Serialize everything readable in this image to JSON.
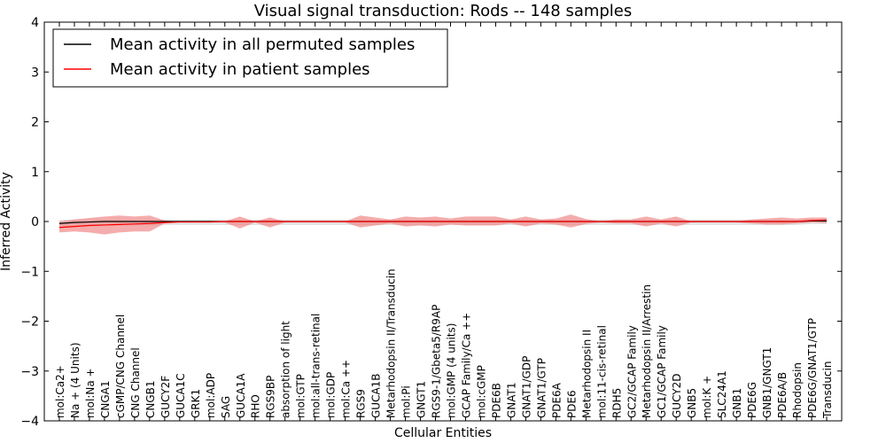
{
  "chart_data": {
    "type": "line",
    "title": "Visual signal transduction: Rods -- 148 samples",
    "xlabel": "Cellular Entities",
    "ylabel": "Inferred Activity",
    "ylim": [
      -4,
      4
    ],
    "yticks": [
      -4,
      -3,
      -2,
      -1,
      0,
      1,
      2,
      3,
      4
    ],
    "grid": false,
    "legend_position": "top-left",
    "categories": [
      "mol:Ca2+",
      "Na + (4 Units)",
      "mol:Na +",
      "CNGA1",
      "cGMP/CNG Channel",
      "CNG Channel",
      "CNGB1",
      "GUCY2F",
      "GUCA1C",
      "GRK1",
      "mol:ADP",
      "SAG",
      "GUCA1A",
      "RHO",
      "RGS9BP",
      "absorption of light",
      "mol:GTP",
      "mol:all-trans-retinal",
      "mol:GDP",
      "mol:Ca ++",
      "RGS9",
      "GUCA1B",
      "Metarhodopsin II/Transducin",
      "mol:Pi",
      "GNGT1",
      "RGS9-1/Gbeta5/R9AP",
      "mol:GMP (4 units)",
      "GCAP Family/Ca ++",
      "mol:cGMP",
      "PDE6B",
      "GNAT1",
      "GNAT1/GDP",
      "GNAT1/GTP",
      "PDE6A",
      "PDE6",
      "Metarhodopsin II",
      "mol:11-cis-retinal",
      "RDH5",
      "GC2/GCAP Family",
      "Metarhodopsin II/Arrestin",
      "GC1/GCAP Family",
      "GUCY2D",
      "GNB5",
      "mol:K +",
      "SLC24A1",
      "GNB1",
      "PDE6G",
      "GNB1/GNGT1",
      "PDE6A/B",
      "Rhodopsin",
      "PDE6G/GNAT1/GTP",
      "Transducin"
    ],
    "series": [
      {
        "name": "Mean activity in all permuted samples",
        "color": "#000000",
        "band_color": "#d9d9d9",
        "values": [
          -0.04,
          -0.02,
          -0.01,
          0.0,
          0.0,
          0.0,
          0.0,
          0.0,
          0.0,
          0.0,
          0.0,
          0.0,
          0.0,
          0.0,
          0.0,
          0.0,
          0.0,
          0.0,
          0.0,
          0.0,
          0.0,
          0.0,
          0.0,
          0.0,
          0.0,
          0.0,
          0.0,
          0.0,
          0.0,
          0.0,
          0.0,
          0.0,
          0.0,
          0.0,
          0.0,
          0.0,
          0.0,
          0.0,
          0.0,
          0.0,
          0.0,
          0.0,
          0.0,
          0.0,
          0.0,
          0.0,
          0.0,
          0.0,
          0.0,
          0.0,
          0.01,
          0.01
        ],
        "band_upper": [
          0.03,
          0.04,
          0.04,
          0.04,
          0.04,
          0.04,
          0.04,
          0.04,
          0.04,
          0.04,
          0.04,
          0.04,
          0.04,
          0.04,
          0.04,
          0.04,
          0.04,
          0.04,
          0.04,
          0.04,
          0.04,
          0.04,
          0.04,
          0.04,
          0.04,
          0.04,
          0.04,
          0.04,
          0.04,
          0.04,
          0.04,
          0.04,
          0.04,
          0.04,
          0.04,
          0.04,
          0.04,
          0.04,
          0.04,
          0.04,
          0.04,
          0.04,
          0.04,
          0.04,
          0.04,
          0.04,
          0.04,
          0.04,
          0.04,
          0.04,
          0.05,
          0.05
        ],
        "band_lower": [
          -0.12,
          -0.1,
          -0.09,
          -0.08,
          -0.08,
          -0.08,
          -0.08,
          -0.07,
          -0.07,
          -0.07,
          -0.07,
          -0.07,
          -0.07,
          -0.07,
          -0.07,
          -0.07,
          -0.07,
          -0.07,
          -0.07,
          -0.07,
          -0.07,
          -0.07,
          -0.07,
          -0.07,
          -0.07,
          -0.07,
          -0.07,
          -0.07,
          -0.07,
          -0.07,
          -0.07,
          -0.07,
          -0.07,
          -0.07,
          -0.07,
          -0.07,
          -0.07,
          -0.07,
          -0.07,
          -0.07,
          -0.07,
          -0.07,
          -0.07,
          -0.07,
          -0.07,
          -0.07,
          -0.07,
          -0.07,
          -0.07,
          -0.07,
          -0.05,
          -0.05
        ]
      },
      {
        "name": "Mean activity in patient samples",
        "color": "#ff0000",
        "band_color": "#f08080",
        "values": [
          -0.12,
          -0.1,
          -0.08,
          -0.07,
          -0.06,
          -0.05,
          -0.04,
          -0.02,
          -0.01,
          -0.01,
          -0.01,
          0.0,
          0.0,
          0.0,
          0.0,
          0.0,
          0.0,
          0.0,
          0.0,
          0.0,
          0.0,
          0.0,
          0.0,
          0.0,
          0.0,
          0.0,
          0.0,
          0.0,
          0.0,
          0.0,
          0.0,
          0.0,
          0.0,
          0.0,
          0.0,
          0.0,
          0.0,
          0.0,
          0.0,
          0.0,
          0.0,
          0.0,
          0.0,
          0.0,
          0.0,
          0.0,
          0.0,
          0.0,
          0.0,
          0.0,
          0.02,
          0.03
        ],
        "band_upper": [
          0.0,
          0.04,
          0.07,
          0.1,
          0.12,
          0.1,
          0.12,
          0.02,
          0.0,
          0.0,
          0.0,
          0.0,
          0.1,
          0.0,
          0.08,
          0.0,
          0.0,
          0.0,
          0.0,
          0.0,
          0.12,
          0.08,
          0.04,
          0.1,
          0.08,
          0.1,
          0.06,
          0.1,
          0.1,
          0.1,
          0.04,
          0.1,
          0.04,
          0.06,
          0.14,
          0.05,
          0.0,
          0.04,
          0.04,
          0.1,
          0.04,
          0.1,
          0.0,
          0.0,
          0.0,
          0.0,
          0.04,
          0.06,
          0.08,
          0.06,
          0.08,
          0.08
        ],
        "band_lower": [
          -0.22,
          -0.2,
          -0.22,
          -0.26,
          -0.22,
          -0.2,
          -0.2,
          -0.04,
          -0.02,
          -0.02,
          -0.02,
          -0.02,
          -0.14,
          -0.02,
          -0.12,
          -0.02,
          -0.02,
          -0.02,
          -0.02,
          -0.02,
          -0.12,
          -0.08,
          -0.04,
          -0.1,
          -0.08,
          -0.1,
          -0.06,
          -0.08,
          -0.08,
          -0.08,
          -0.04,
          -0.1,
          -0.04,
          -0.06,
          -0.12,
          -0.05,
          -0.02,
          -0.04,
          -0.04,
          -0.1,
          -0.04,
          -0.1,
          -0.02,
          -0.02,
          -0.02,
          -0.02,
          -0.04,
          -0.06,
          -0.06,
          -0.04,
          -0.02,
          -0.03
        ]
      }
    ]
  }
}
